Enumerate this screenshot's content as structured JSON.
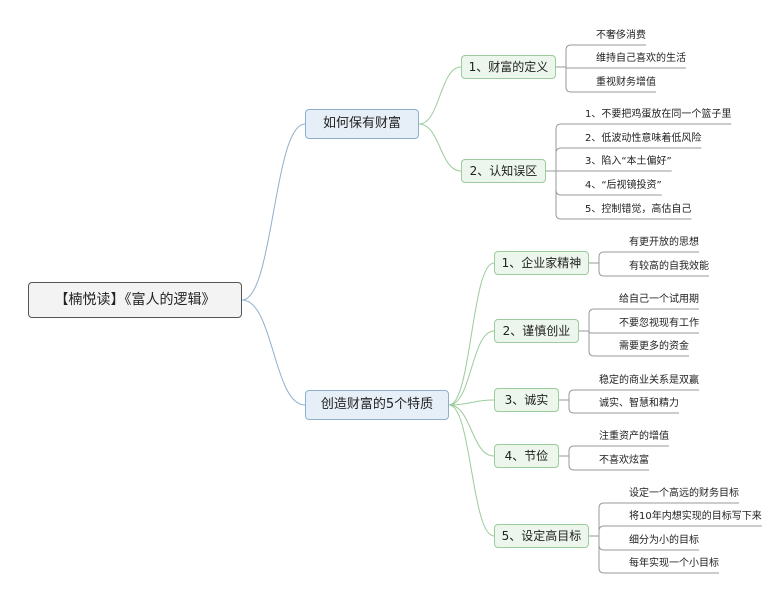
{
  "root": {
    "label": "【楠悦读】《富人的逻辑》"
  },
  "branches": [
    {
      "label": "如何保有财富",
      "children": [
        {
          "label": "1、财富的定义",
          "leaves": [
            "不奢侈消费",
            "维持自己喜欢的生活",
            "重视财务增值"
          ]
        },
        {
          "label": "2、认知误区",
          "leaves": [
            "1、不要把鸡蛋放在同一个篮子里",
            "2、低波动性意味着低风险",
            "3、陷入“本土偏好”",
            "4、“后视镜投资”",
            "5、控制错觉，高估自己"
          ]
        }
      ]
    },
    {
      "label": "创造财富的5个特质",
      "children": [
        {
          "label": "1、企业家精神",
          "leaves": [
            "有更开放的思想",
            "有较高的自我效能"
          ]
        },
        {
          "label": "2、谨慎创业",
          "leaves": [
            "给自己一个试用期",
            "不要忽视现有工作",
            "需要更多的资金"
          ]
        },
        {
          "label": "3、诚实",
          "leaves": [
            "稳定的商业关系是双赢",
            "诚实、智慧和精力"
          ]
        },
        {
          "label": "4、节俭",
          "leaves": [
            "注重资产的增值",
            "不喜欢炫富"
          ]
        },
        {
          "label": "5、设定高目标",
          "leaves": [
            "设定一个高远的财务目标",
            "将10年内想实现的目标写下来",
            "细分为小的目标",
            "每年实现一个小目标"
          ]
        }
      ]
    }
  ]
}
